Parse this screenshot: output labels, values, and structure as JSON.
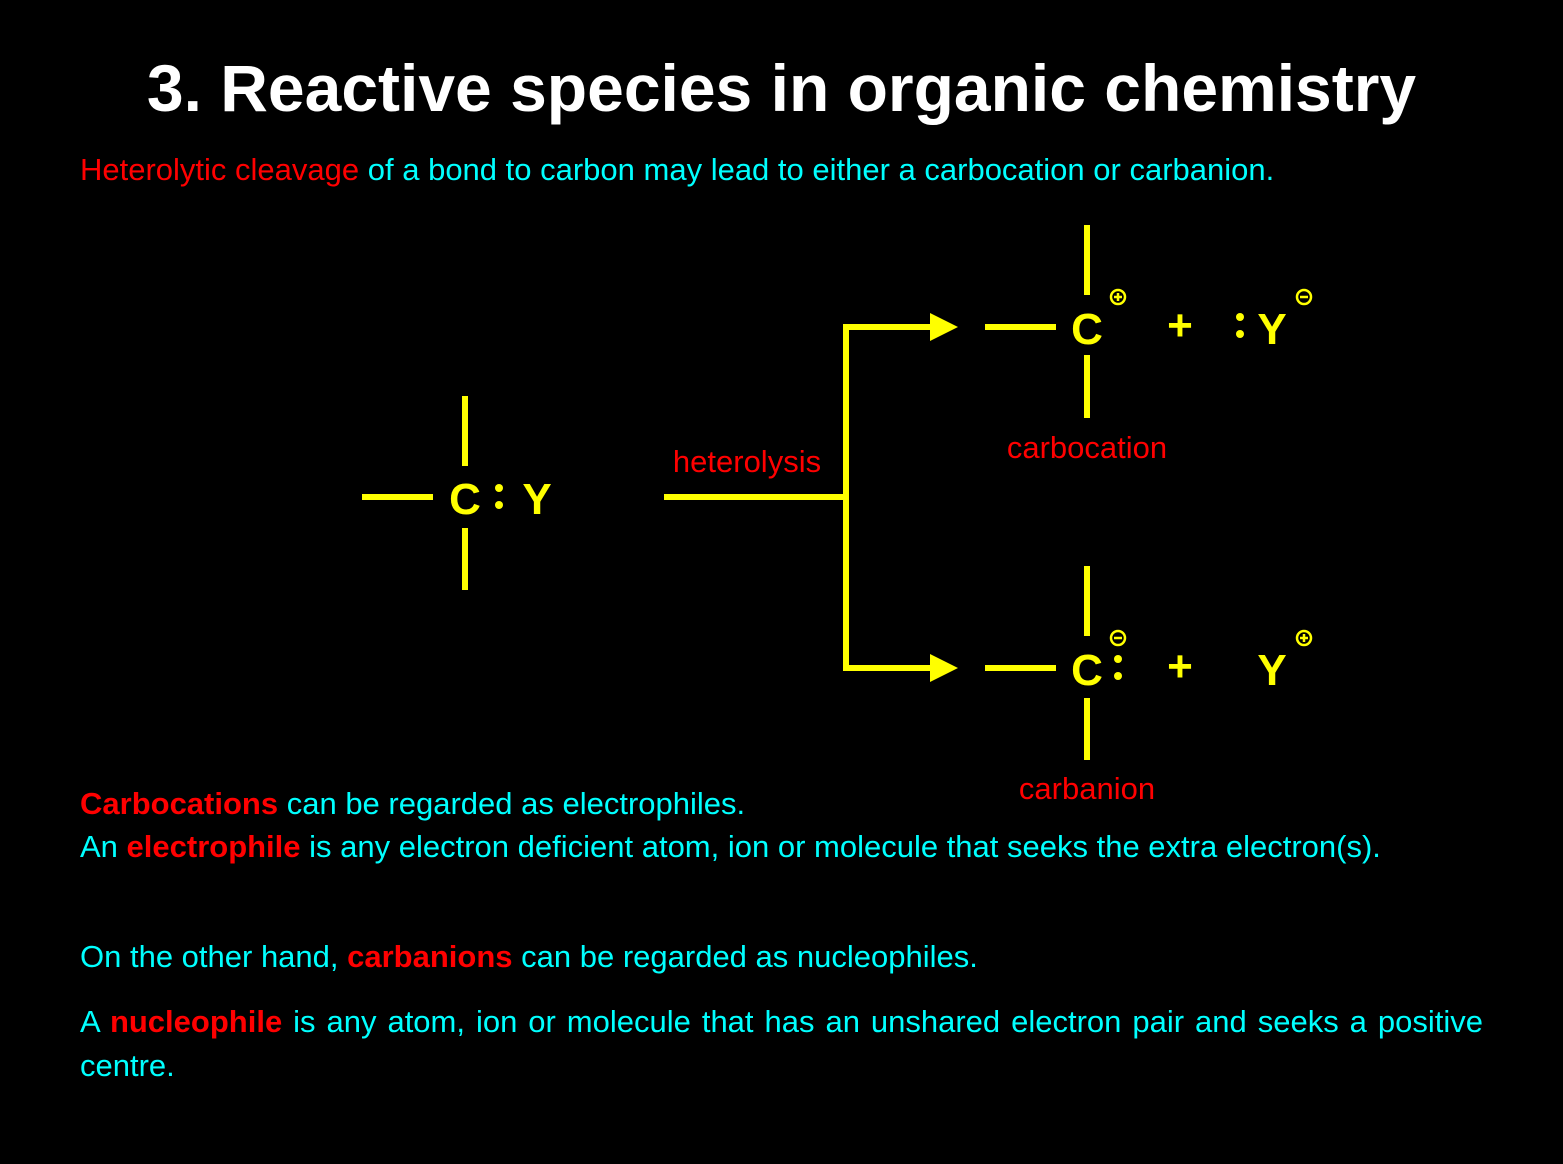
{
  "title": "3. Reactive species in organic chemistry",
  "intro": {
    "highlight": "Heterolytic cleavage",
    "rest": " of a bond to carbon may lead to either a carbocation or carbanion."
  },
  "diagram": {
    "reactant": {
      "carbon": "C",
      "group": "Y"
    },
    "arrow_label": "heterolysis",
    "product_top": {
      "carbon": "C",
      "plus": "+",
      "group": "Y",
      "label": "carbocation",
      "carbon_charge": "positive",
      "group_charge": "negative"
    },
    "product_bottom": {
      "carbon": "C",
      "plus": "+",
      "group": "Y",
      "label": "carbanion",
      "carbon_charge": "negative",
      "group_charge": "positive"
    },
    "colors": {
      "structure": "#ffff00",
      "label": "#ff0000"
    }
  },
  "paragraphs": {
    "p1": {
      "term": "Carbocations",
      "rest": " can be regarded as electrophiles."
    },
    "p2": {
      "pre": "An ",
      "term": "electrophile",
      "rest": " is any electron deficient atom, ion or molecule that seeks the extra electron(s)."
    },
    "p3": {
      "pre": "On the other hand, ",
      "term": "carbanions",
      "rest": " can be regarded as nucleophiles."
    },
    "p4": {
      "pre": "A ",
      "term": "nucleophile",
      "rest": " is any atom, ion or molecule that has an unshared electron pair and seeks a positive centre."
    }
  },
  "colors": {
    "background": "#000000",
    "title": "#ffffff",
    "text": "#00ffff",
    "emphasis": "#ff0000",
    "structure": "#ffff00"
  }
}
